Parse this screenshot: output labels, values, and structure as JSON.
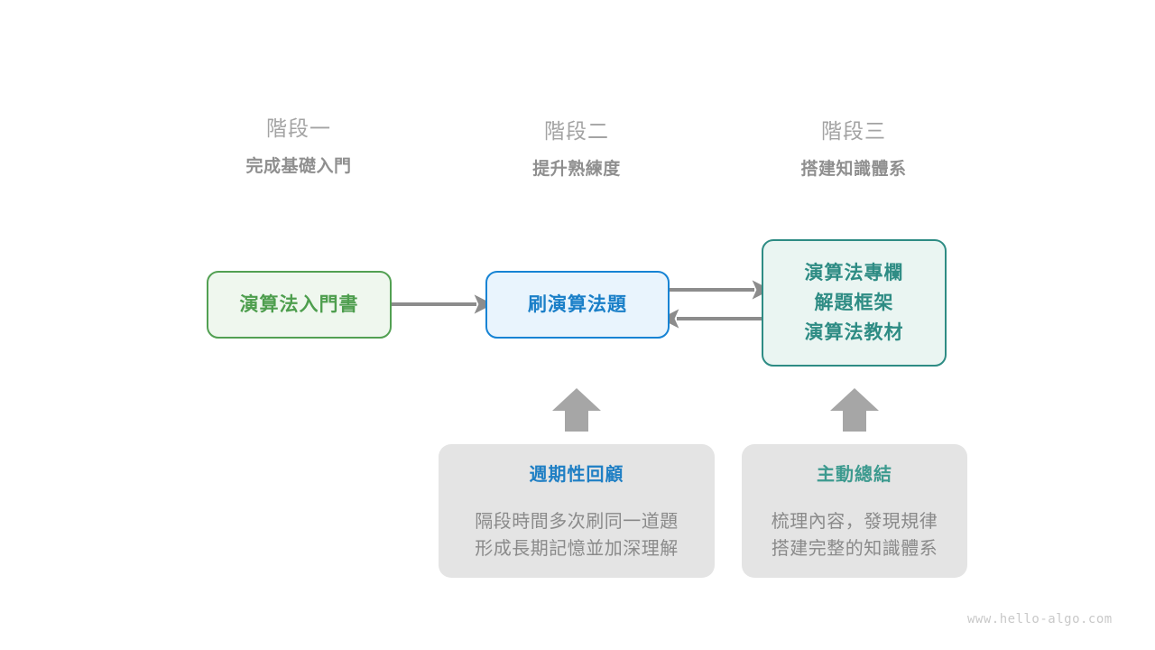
{
  "diagram": {
    "title_watermark": "www.hello-algo.com",
    "stages": [
      {
        "label": "階段一",
        "subtitle": "完成基礎入門"
      },
      {
        "label": "階段二",
        "subtitle": "提升熟練度"
      },
      {
        "label": "階段三",
        "subtitle": "搭建知識體系"
      }
    ],
    "nodes": [
      {
        "id": "node-intro-book",
        "lines": [
          "演算法入門書"
        ],
        "color": "#4e9e4e",
        "border": "#52a052",
        "fill": "#eff7ee"
      },
      {
        "id": "node-practice-problems",
        "lines": [
          "刷演算法題"
        ],
        "color": "#1a7fc8",
        "border": "#1683d4",
        "fill": "#e9f4fd"
      },
      {
        "id": "node-resources",
        "lines": [
          "演算法專欄",
          "解題框架",
          "演算法教材"
        ],
        "color": "#2e8c84",
        "border": "#2e8c84",
        "fill": "#eaf5f2"
      }
    ],
    "notes": [
      {
        "id": "note-periodic-review",
        "title": "週期性回顧",
        "title_color": "#1f7fc4",
        "body_lines": [
          "隔段時間多次刷同一道題",
          "形成長期記憶並加深理解"
        ]
      },
      {
        "id": "note-active-summary",
        "title": "主動總結",
        "title_color": "#3d9a8f",
        "body_lines": [
          "梳理內容，發現規律",
          "搭建完整的知識體系"
        ]
      }
    ],
    "arrow_color": "#8c8c8c"
  }
}
